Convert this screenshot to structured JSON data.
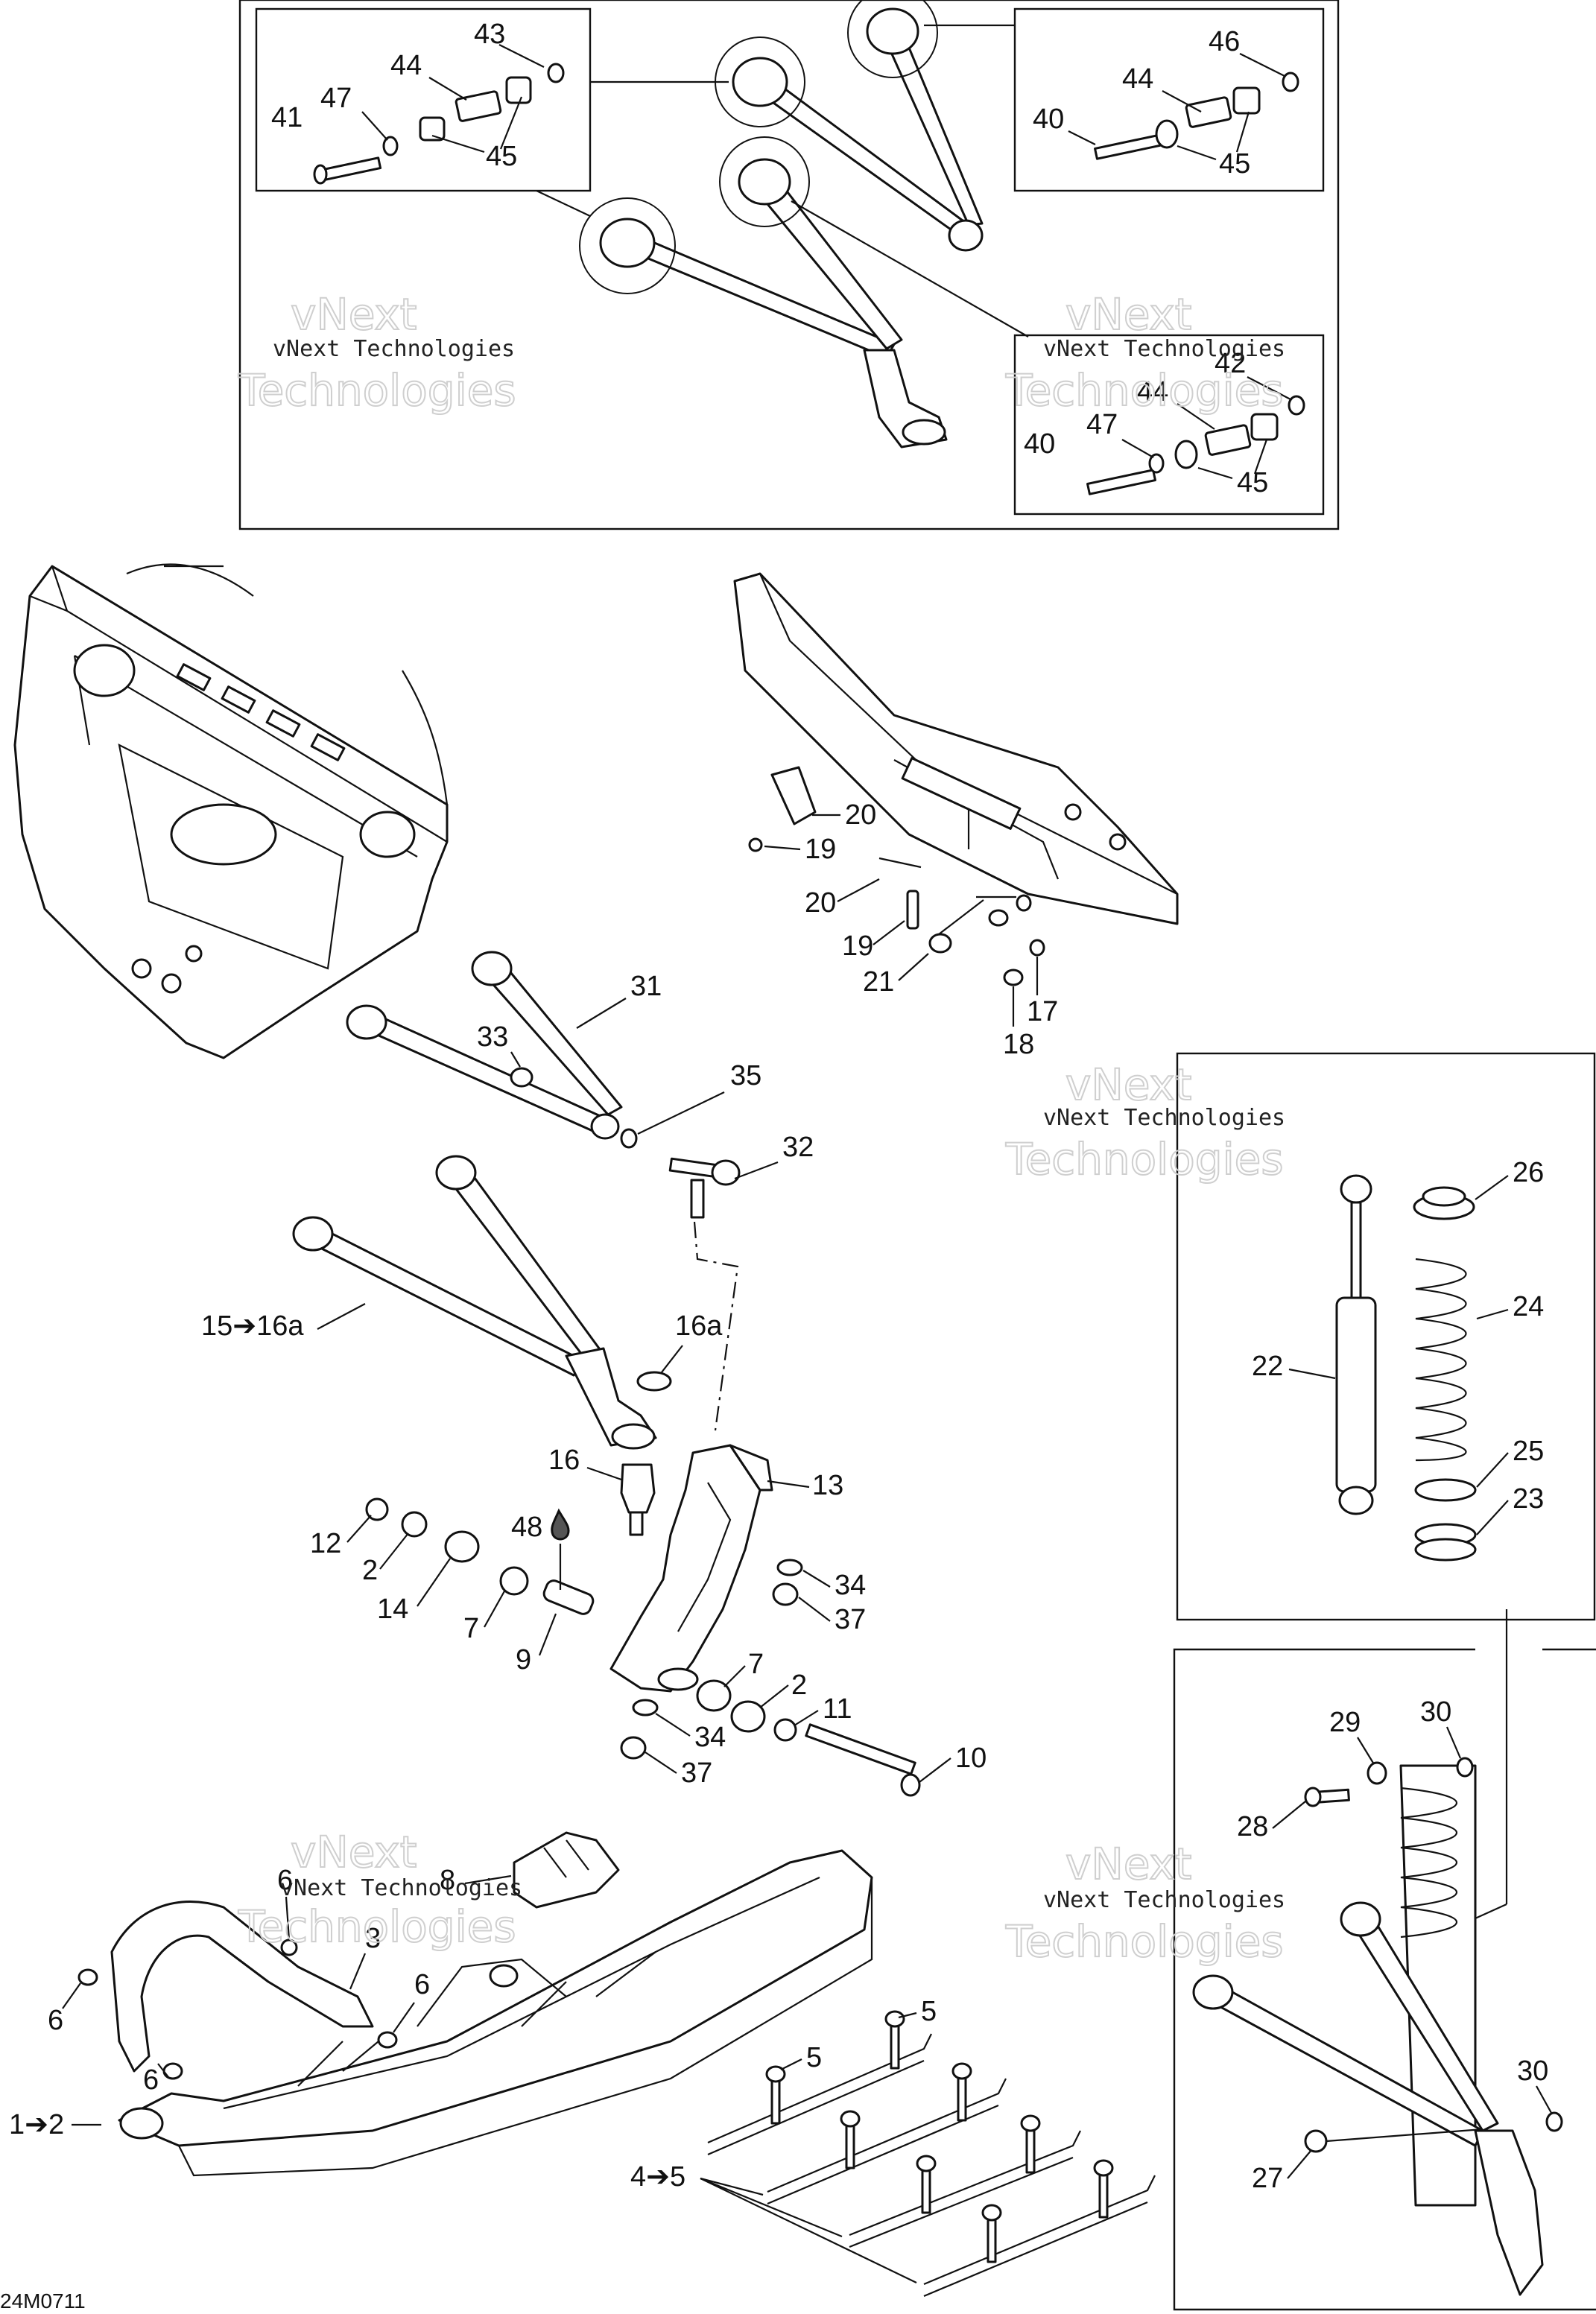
{
  "watermark": {
    "line1": "vNext Technologies",
    "line2": "vNext",
    "line3": "Technologies"
  },
  "diagram_code": "24M0711",
  "labels": {
    "l43": "43",
    "l44a": "44",
    "l47a": "47",
    "l41": "41",
    "l45a": "45",
    "l46": "46",
    "l44b": "44",
    "l40a": "40",
    "l45b": "45",
    "l42": "42",
    "l44c": "44",
    "l47b": "47",
    "l40b": "40",
    "l45c": "45",
    "l20a": "20",
    "l19a": "19",
    "l20b": "20",
    "l19b": "19",
    "l21": "21",
    "l17": "17",
    "l18": "18",
    "l31": "31",
    "l33": "33",
    "l35": "35",
    "l32": "32",
    "l15": "15➔16a",
    "l16a": "16a",
    "l16": "16",
    "l13": "13",
    "l12": "12",
    "l48": "48",
    "l2a": "2",
    "l14": "14",
    "l7a": "7",
    "l9": "9",
    "l34a": "34",
    "l37a": "37",
    "l7b": "7",
    "l2b": "2",
    "l11": "11",
    "l34b": "34",
    "l37b": "37",
    "l10": "10",
    "l26": "26",
    "l24": "24",
    "l22": "22",
    "l25": "25",
    "l23": "23",
    "l29": "29",
    "l30a": "30",
    "l28": "28",
    "l30b": "30",
    "l27": "27",
    "l8": "8",
    "l6a": "6",
    "l3": "3",
    "l6b": "6",
    "l6c": "6",
    "l6d": "6",
    "l1": "1➔2",
    "l5a": "5",
    "l5b": "5",
    "l4": "4➔5"
  },
  "icons": {
    "lubricant": "oil-drop-icon"
  }
}
